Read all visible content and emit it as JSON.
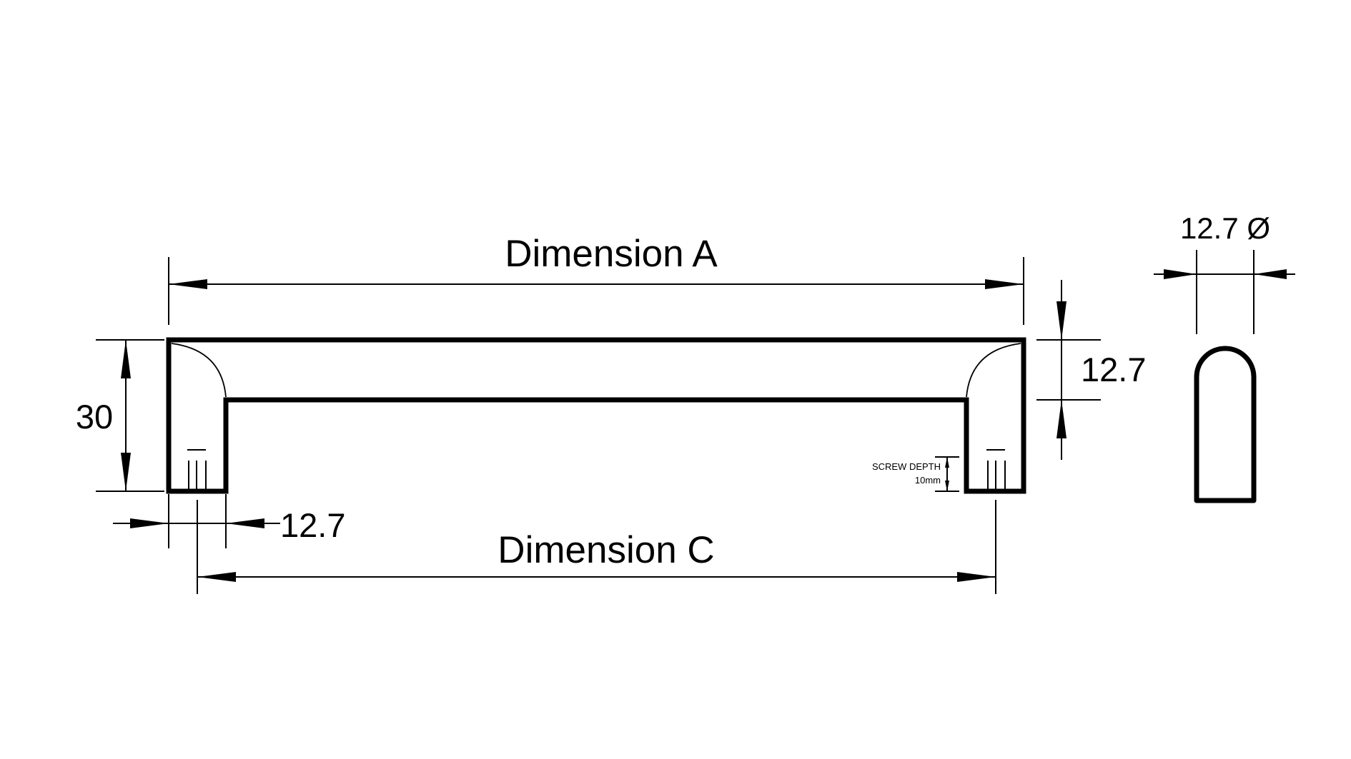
{
  "drawing": {
    "dimension_a_label": "Dimension A",
    "dimension_c_label": "Dimension C",
    "height_label": "30",
    "foot_width_label": "12.7",
    "bar_thickness_label": "12.7",
    "diameter_label": "12.7 Ø",
    "screw_depth_line1": "SCREW DEPTH",
    "screw_depth_line2": "10mm"
  },
  "colors": {
    "line": "#000000",
    "background": "#ffffff"
  }
}
